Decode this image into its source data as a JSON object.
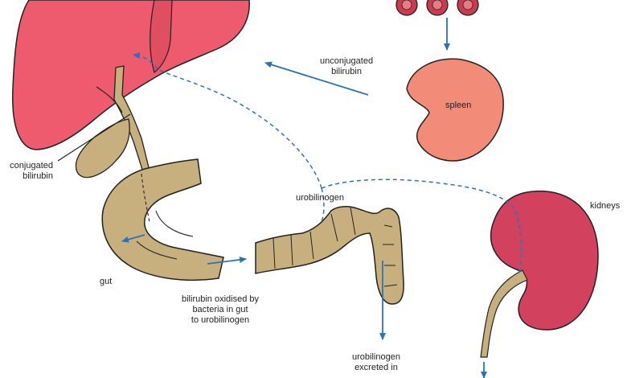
{
  "labels": {
    "unconjugated": [
      "unconjugated",
      "bilirubin"
    ],
    "spleen": "spleen",
    "conjugated": [
      "conjugated",
      "bilirubin"
    ],
    "urobilinogen": "urobilinogen",
    "kidneys": "kidneys",
    "gut": "gut",
    "oxidised": [
      "bilirubin oxidised by",
      "bacteria in gut",
      "to urobilinogen"
    ],
    "excreted": [
      "urobilinogen",
      "excreted in"
    ]
  },
  "colors": {
    "liver": "#ee5a6e",
    "liver_shadow": "#e04e62",
    "spleen": "#f28c78",
    "kidney": "#d2415e",
    "gut": "#c8b07e",
    "blood_cell": "#cc3b4d",
    "arrow": "#2e72b4",
    "outline": "#222222"
  }
}
